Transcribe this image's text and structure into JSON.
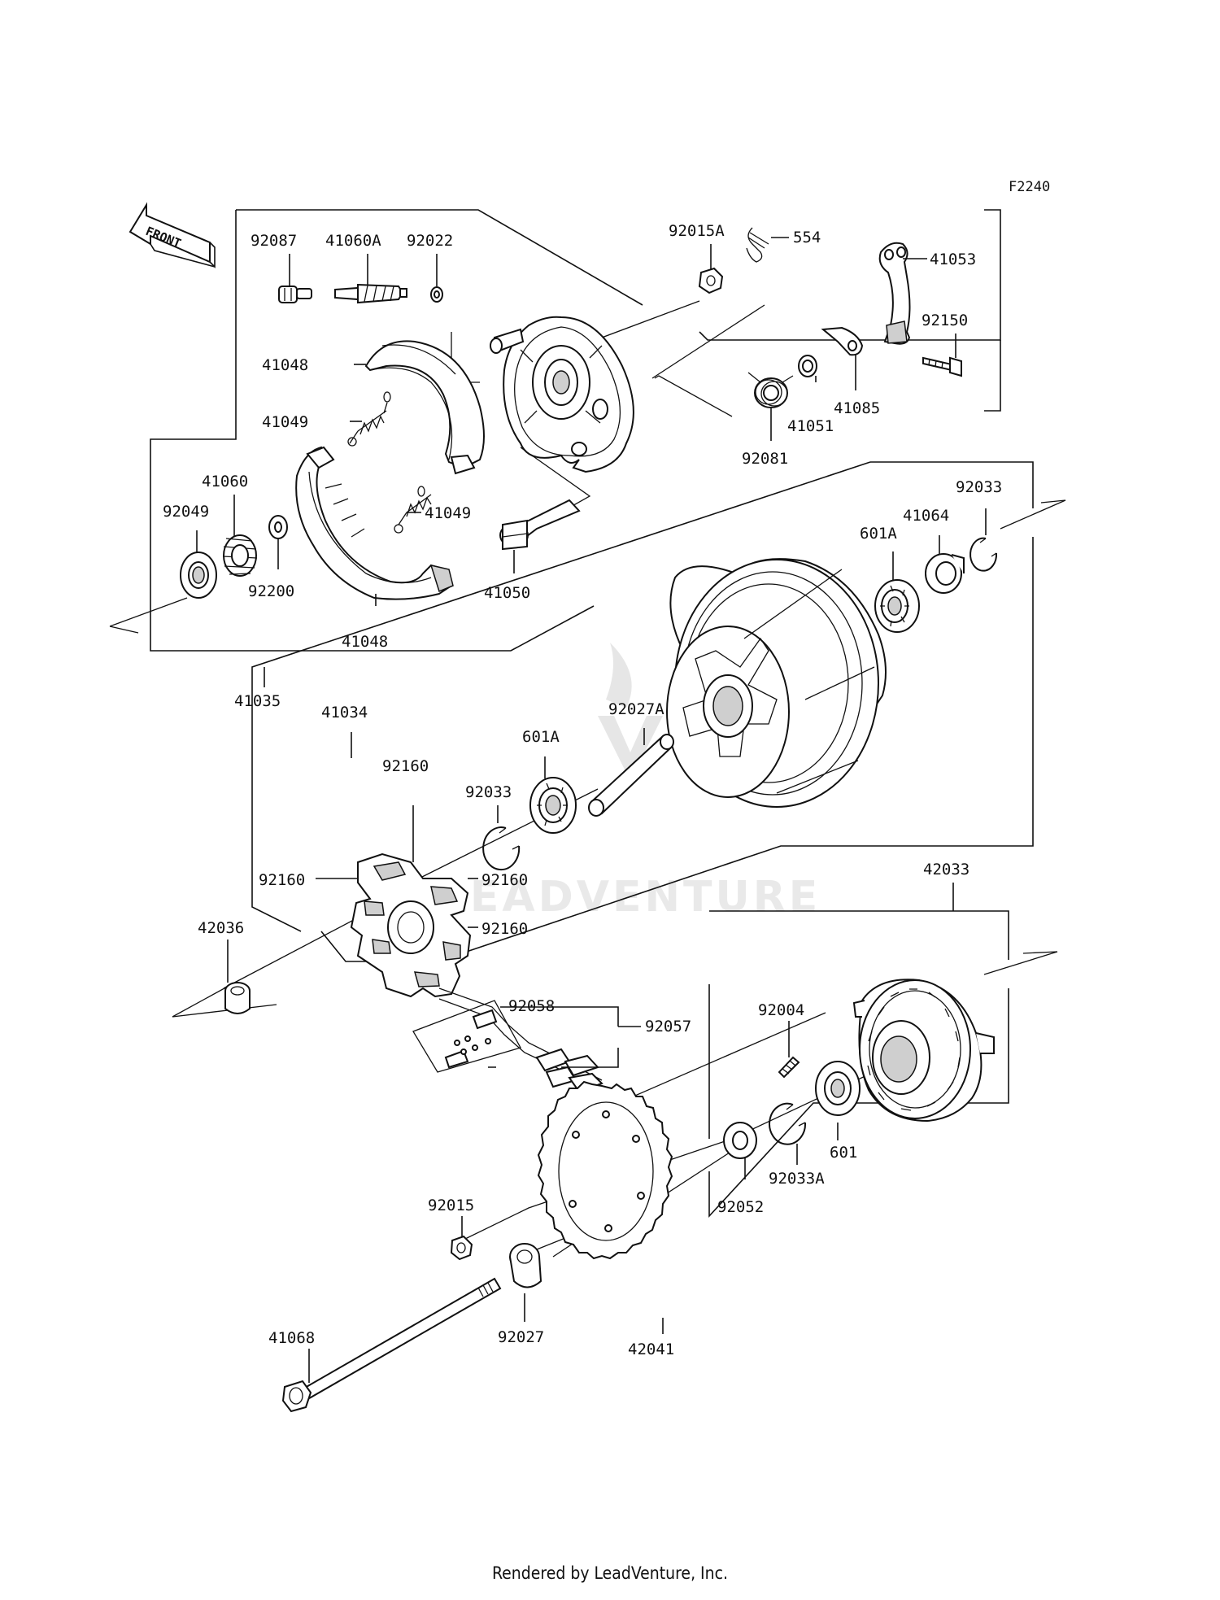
{
  "diagram": {
    "code": "F2240",
    "front_label": "FRONT",
    "watermark": "LEADVENTURE",
    "footer": "Rendered by LeadVenture, Inc.",
    "parts": {
      "p92087": "92087",
      "p41060A": "41060A",
      "p92022": "92022",
      "p92015A": "92015A",
      "p554": "554",
      "p41053": "41053",
      "p92150": "92150",
      "p41048a": "41048",
      "p41049a": "41049",
      "p41085": "41085",
      "p41051": "41051",
      "p92081": "92081",
      "p41060": "41060",
      "p92049": "92049",
      "p41049b": "41049",
      "p92033a": "92033",
      "p41064": "41064",
      "p601Aa": "601A",
      "p92200": "92200",
      "p41050": "41050",
      "p41048b": "41048",
      "p41035": "41035",
      "p41034": "41034",
      "p92027A": "92027A",
      "p601Ab": "601A",
      "p92160a": "92160",
      "p92033b": "92033",
      "p92160b": "92160",
      "p92160c": "92160",
      "p92160d": "92160",
      "p42033": "42033",
      "p42036": "42036",
      "p92058": "92058",
      "p92057": "92057",
      "p92004": "92004",
      "p601": "601",
      "p92033A": "92033A",
      "p92015": "92015",
      "p92052": "92052",
      "p41068": "41068",
      "p92027": "92027",
      "p42041": "42041"
    }
  }
}
